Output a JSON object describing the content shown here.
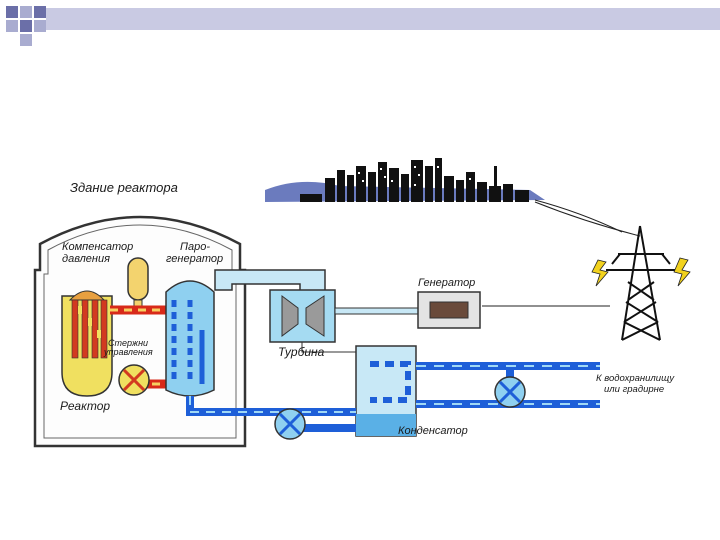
{
  "labels": {
    "building": "Здание реактора",
    "pressurizer_line1": "Компенсатор",
    "pressurizer_line2": "давления",
    "steam_gen_line1": "Паро-",
    "steam_gen_line2": "генератор",
    "control_rods_line1": "Стержни",
    "control_rods_line2": "управления",
    "reactor": "Реактор",
    "turbine": "Турбина",
    "generator": "Генератор",
    "condenser": "Конденсатор",
    "outlet_line1": "К водохранилищу",
    "outlet_line2": "или градирне"
  },
  "colors": {
    "hot_loop": "#e02020",
    "reactor_body": "#f0e060",
    "cold_water": "#2e6fe8",
    "water_light": "#8fd0f0",
    "steam_pipe": "#c8e8f6",
    "outline": "#333333",
    "corner_squares": [
      "#6b6fa8",
      "#a9acd0"
    ]
  },
  "icons": [
    "city-skyline",
    "power-pylon",
    "lightning-bolt",
    "pump-icon"
  ]
}
